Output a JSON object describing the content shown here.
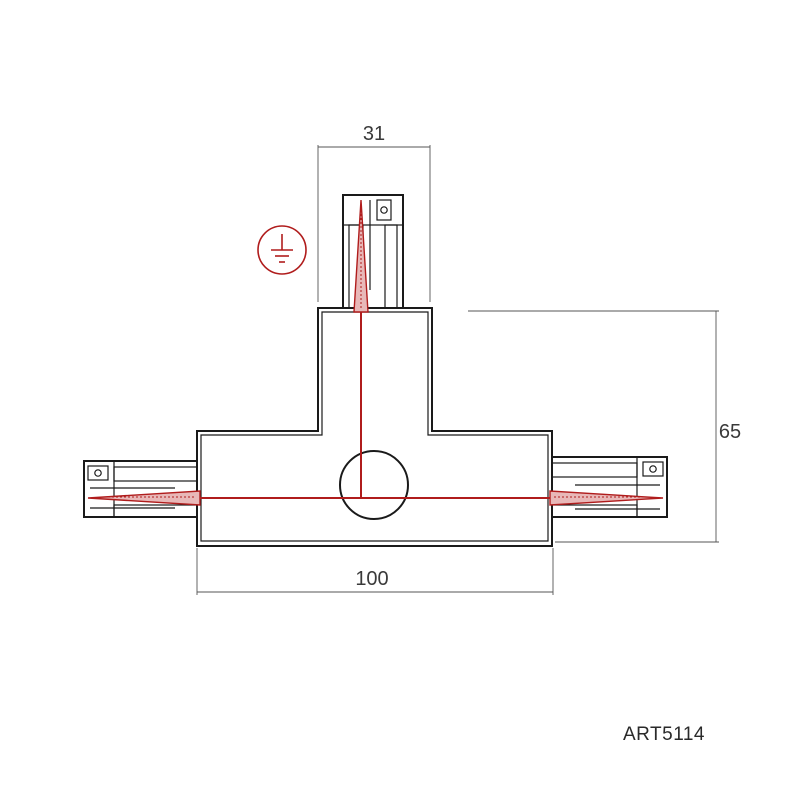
{
  "drawing": {
    "dimensions": {
      "top_width": "31",
      "total_width": "100",
      "height": "65"
    },
    "article_code": "ART5114",
    "ground_symbol": "earth-ground-icon",
    "colors": {
      "outline": "#1a1a1a",
      "conductor": "#b01c1c",
      "dimension": "#555555"
    }
  }
}
